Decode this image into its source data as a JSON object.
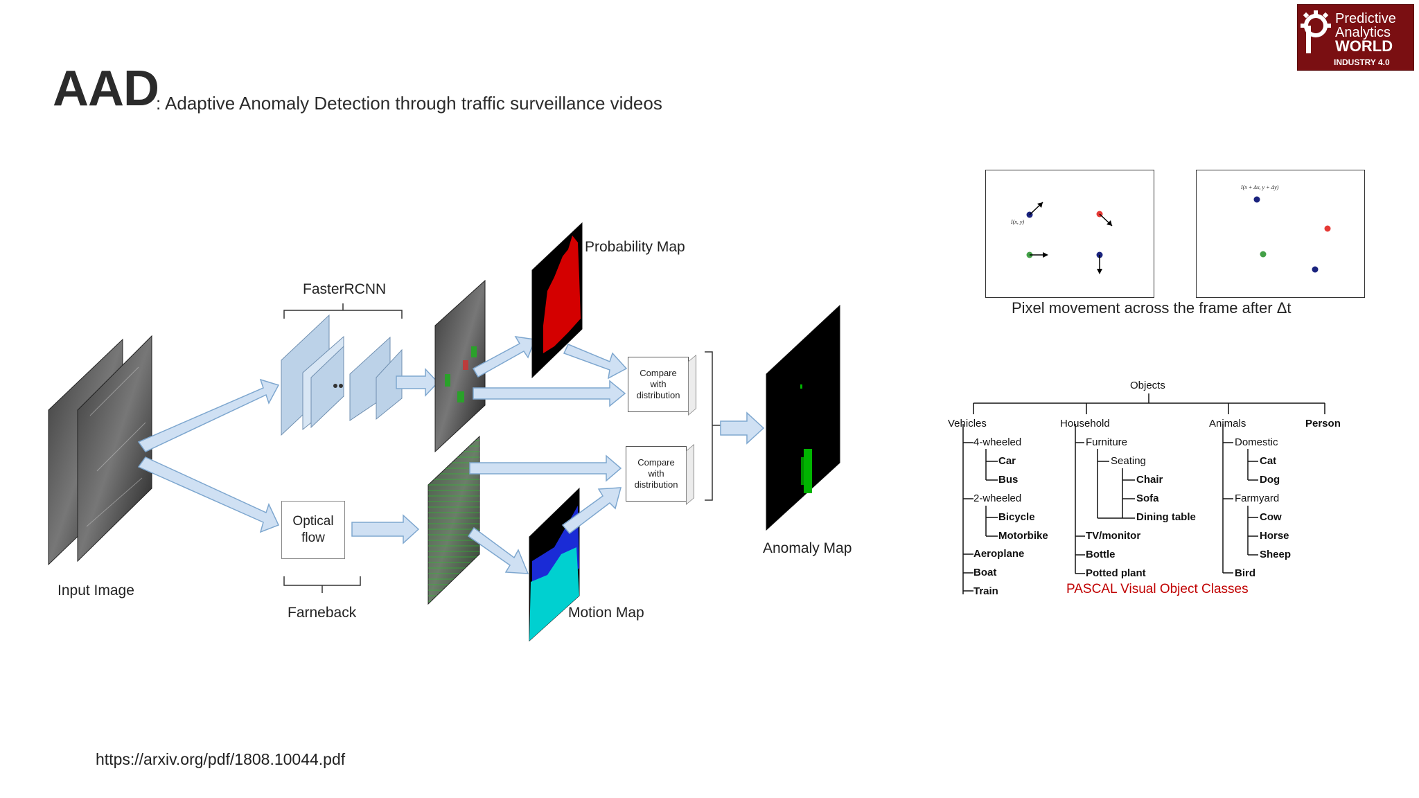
{
  "slide": {
    "title": "AAD",
    "subtitle": ": Adaptive Anomaly Detection through traffic surveillance videos",
    "url": "https://arxiv.org/pdf/1808.10044.pdf"
  },
  "logo": {
    "line1": "Predictive",
    "line2": "Analytics",
    "line3": "WORLD",
    "line4": "INDUSTRY 4.0",
    "background": "#7a0f12"
  },
  "pipeline": {
    "fasterrcnn_label": "FasterRCNN",
    "probability_map_label": "Probability Map",
    "compare_top": [
      "Compare",
      "with",
      "distribution"
    ],
    "compare_bottom": [
      "Compare",
      "with",
      "distribution"
    ],
    "optical_flow": [
      "Optical",
      "flow"
    ],
    "farneback_label": "Farneback",
    "input_image_label": "Input Image",
    "motion_map_label": "Motion Map",
    "anomaly_map_label": "Anomaly Map",
    "colors": {
      "arrow_fill": "#cfe0f3",
      "arrow_stroke": "#7ea7cf",
      "layer_fill": "#bcd2e8",
      "probability_red": "#d40000",
      "motion_cyan": "#00d0d0",
      "motion_blue": "#1a2bd6",
      "anomaly_green": "#00b400"
    }
  },
  "pixel_movement": {
    "caption": "Pixel movement across the frame after Δt",
    "label_left": "I(x, y)",
    "label_right": "I(x + Δx, y + Δy)"
  },
  "pascal_tree": {
    "root": "Objects",
    "caption": "PASCAL Visual Object Classes",
    "caption_color": "#c00000",
    "groups": {
      "vehicles": "Vehicles",
      "four_wheeled": "4-wheeled",
      "car": "Car",
      "bus": "Bus",
      "two_wheeled": "2-wheeled",
      "bicycle": "Bicycle",
      "motorbike": "Motorbike",
      "aeroplane": "Aeroplane",
      "boat": "Boat",
      "train": "Train",
      "household": "Household",
      "furniture": "Furniture",
      "seating": "Seating",
      "chair": "Chair",
      "sofa": "Sofa",
      "dining_table": "Dining table",
      "tvmonitor": "TV/monitor",
      "bottle": "Bottle",
      "potted_plant": "Potted plant",
      "animals": "Animals",
      "domestic": "Domestic",
      "cat": "Cat",
      "dog": "Dog",
      "farmyard": "Farmyard",
      "cow": "Cow",
      "horse": "Horse",
      "sheep": "Sheep",
      "bird": "Bird",
      "person": "Person"
    }
  }
}
